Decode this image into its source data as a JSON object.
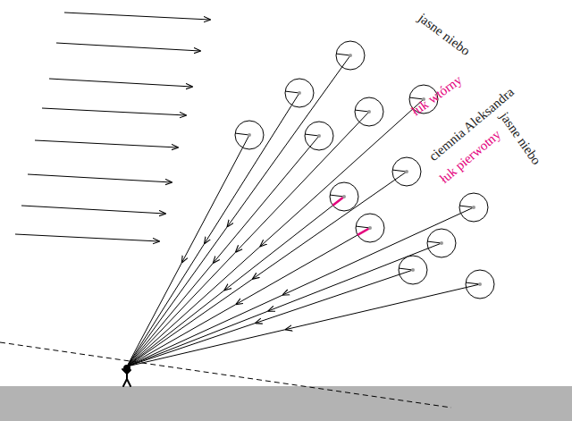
{
  "diagram": {
    "labels": [
      "jasne niebo",
      "łuk wtórny",
      "ciemnia Aleksandra",
      "łuk pierwotny",
      "jasne niebo"
    ]
  }
}
